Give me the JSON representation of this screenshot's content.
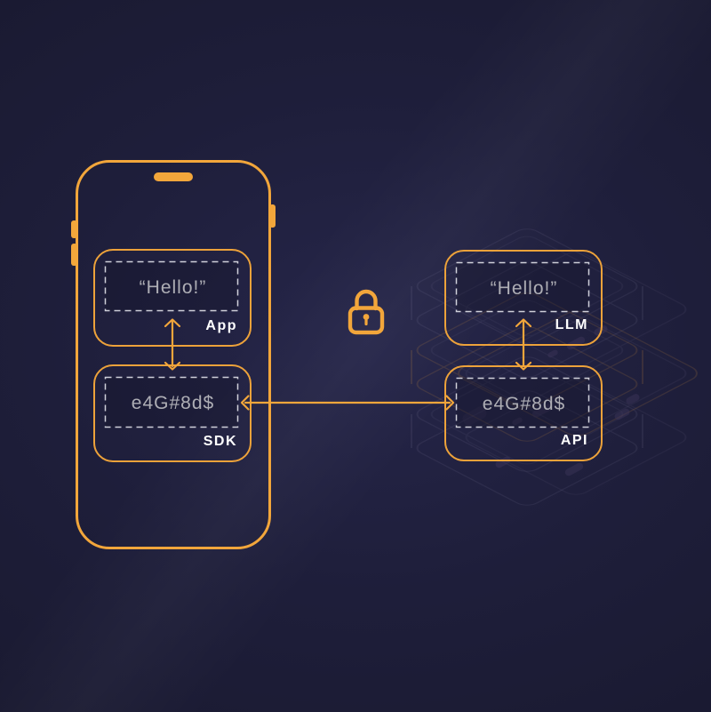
{
  "colors": {
    "background": "#1b1b33",
    "accent": "#f2a63b",
    "text": "#ffffff"
  },
  "phone": {
    "app_box": {
      "message": "“Hello!”",
      "label": "App"
    },
    "sdk_box": {
      "message": "e4G#8d$",
      "label": "SDK"
    }
  },
  "server": {
    "llm_box": {
      "message": "“Hello!”",
      "label": "LLM"
    },
    "api_box": {
      "message": "e4G#8d$",
      "label": "API"
    }
  },
  "icons": {
    "lock": "lock-icon",
    "phone": "smartphone-outline-icon",
    "server": "server-stack-ghost-icon"
  }
}
